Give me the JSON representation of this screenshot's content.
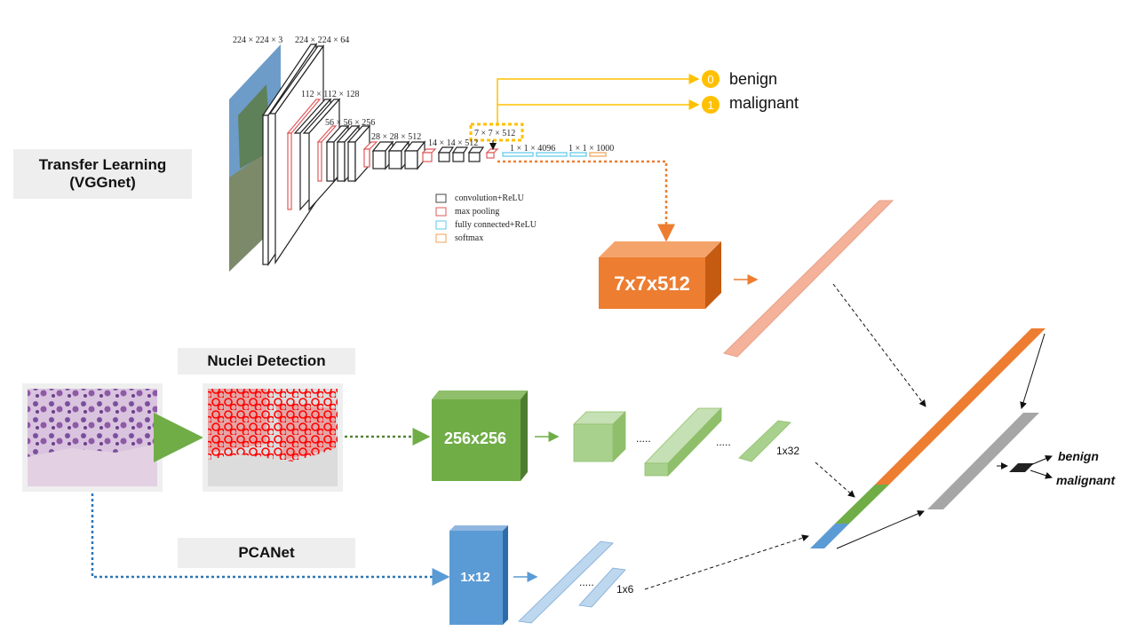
{
  "section_labels": {
    "transfer_learning": "Transfer Learning\n(VGGnet)",
    "nuclei_detection": "Nuclei Detection",
    "pcanet": "PCANet"
  },
  "vgg": {
    "dims": {
      "input": "224 × 224 × 3",
      "conv1": "224 × 224 × 64",
      "conv2": "112 × 112 × 128",
      "conv3": "56 × 56 × 256",
      "conv4": "28 × 28 × 512",
      "conv5": "14 × 14 × 512",
      "pool5": "7 × 7 × 512",
      "fc": "1 × 1 × 4096",
      "softmax": "1 × 1 × 1000"
    },
    "legend": [
      {
        "label": "convolution+ReLU",
        "color": "#444444"
      },
      {
        "label": "max pooling",
        "color": "#e05a5a"
      },
      {
        "label": "fully connected+ReLU",
        "color": "#5bc8e8"
      },
      {
        "label": "softmax",
        "color": "#f0a050"
      }
    ]
  },
  "outputs_top": [
    {
      "badge": "0",
      "label": "benign"
    },
    {
      "badge": "1",
      "label": "malignant"
    }
  ],
  "blocks": {
    "vgg_feature": "7x7x512",
    "nuclei_feature": "256x256",
    "pca_feature": "1x12"
  },
  "dim_labels": {
    "green_vec": "1x32",
    "blue_vec": "1x6",
    "dots": "....."
  },
  "outputs_final": {
    "benign": "benign",
    "malignant": "malignant"
  },
  "colors": {
    "orange": "#ed7d31",
    "orange_light": "#f4b29a",
    "green": "#70ad47",
    "green_light": "#a9d18e",
    "blue": "#5b9bd5",
    "blue_light": "#9dc3e6",
    "gray": "#a6a6a6",
    "gold": "#ffc000"
  }
}
